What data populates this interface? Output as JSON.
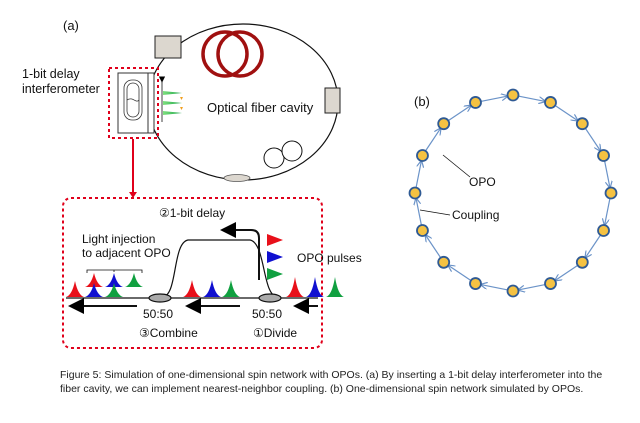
{
  "panel_a": {
    "label": "(a)",
    "interferometer_label_line1": "1-bit delay",
    "interferometer_label_line2": "interferometer",
    "cavity_label": "Optical fiber cavity",
    "inset": {
      "delay_label": "②1-bit delay",
      "injection_label_line1": "Light injection",
      "injection_label_line2": "to adjacent OPO",
      "pulses_label": "OPO pulses",
      "combine_ratio": "50:50",
      "divide_ratio": "50:50",
      "combine_label": "③Combine",
      "divide_label": "①Divide"
    }
  },
  "panel_b": {
    "label": "(b)",
    "opo_label": "OPO",
    "coupling_label": "Coupling",
    "node_count": 16
  },
  "colors": {
    "red_dashed": "#e0001b",
    "fiber_coil": "#a01010",
    "node_fill": "#f5c242",
    "node_stroke": "#2f5a94",
    "coupling_line": "#6b93c8",
    "pulse_red": "#e8101a",
    "pulse_blue": "#1010d0",
    "pulse_green": "#10a040"
  },
  "caption": "Figure 5: Simulation of one-dimensional spin network with OPOs. (a) By inserting a 1-bit delay interferometer into the fiber cavity, we can implement nearest-neighbor coupling. (b) One-dimensional spin network simulated by OPOs."
}
